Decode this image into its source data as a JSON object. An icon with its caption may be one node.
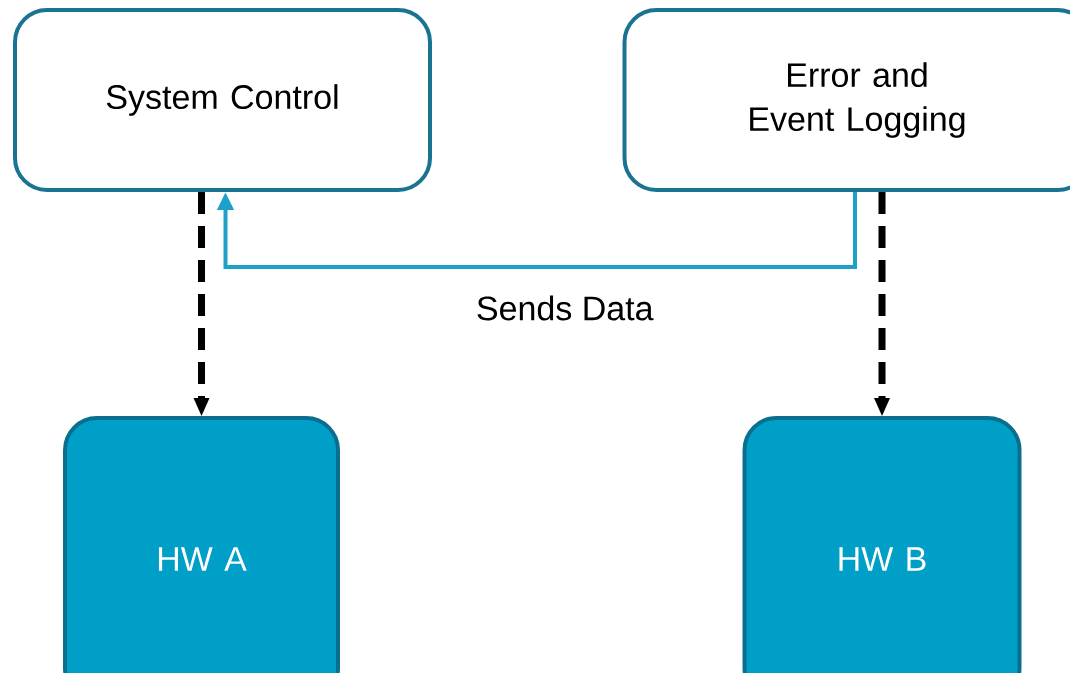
{
  "diagram": {
    "nodes": [
      {
        "text": [
          "System Control"
        ]
      },
      {
        "text": [
          "Error and Event Logging"
        ]
      },
      {
        "text": [
          "HW A"
        ]
      },
      {
        "text": [
          "HW B"
        ]
      }
    ],
    "edges": [
      {
        "from": 0,
        "to": 2,
        "arrow": "to",
        "style": "dashed"
      },
      {
        "from": 1,
        "to": 3,
        "arrow": "to",
        "style": "dashed"
      },
      {
        "from": 1,
        "to": 0,
        "arrow": "to",
        "label": "Sends Data",
        "color": "#1da1c9"
      }
    ]
  }
}
